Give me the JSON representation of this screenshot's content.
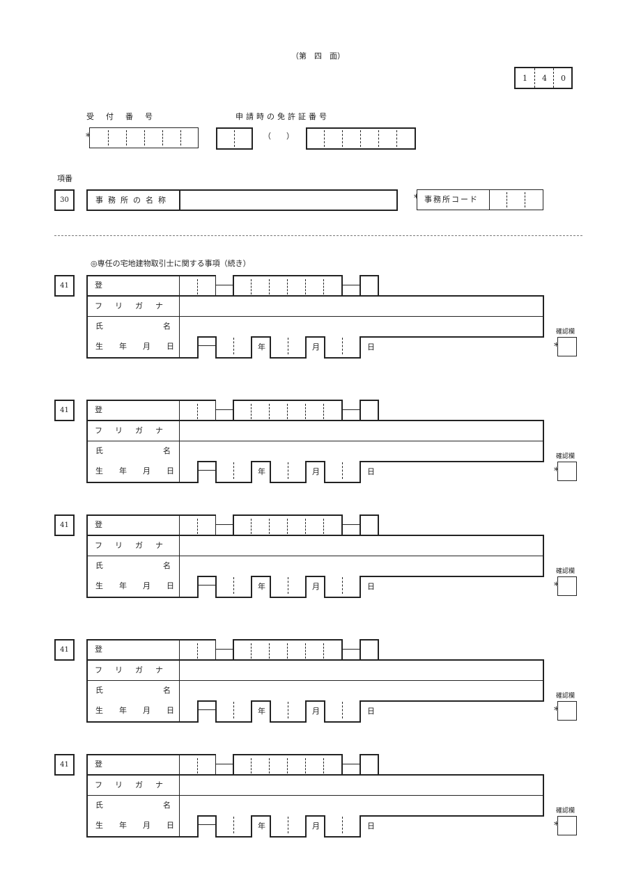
{
  "page": {
    "face_label": "（第　四　面）"
  },
  "form_code": [
    "1",
    "4",
    "0"
  ],
  "receipt": {
    "label": "受付番号",
    "asterisk": "*"
  },
  "license": {
    "label": "申請時の免許証番号",
    "paren": "（　　）"
  },
  "item_no_label": "項番",
  "office": {
    "item_no": "30",
    "name_label": "事務所の名称",
    "code_asterisk": "*",
    "code_label": "事務所コード"
  },
  "section_title": "◎専任の宅地建物取引士に関する事項（続き）",
  "agent_block": {
    "item_no": "41",
    "reg_label": "登録番号",
    "furigana_label": "フリガナ",
    "name_label_1": "氏",
    "name_label_2": "名",
    "dob_label": "生年月日",
    "year": "年",
    "month": "月",
    "day": "日",
    "confirm_label": "確認欄",
    "confirm_asterisk": "*"
  },
  "block_count": 5
}
